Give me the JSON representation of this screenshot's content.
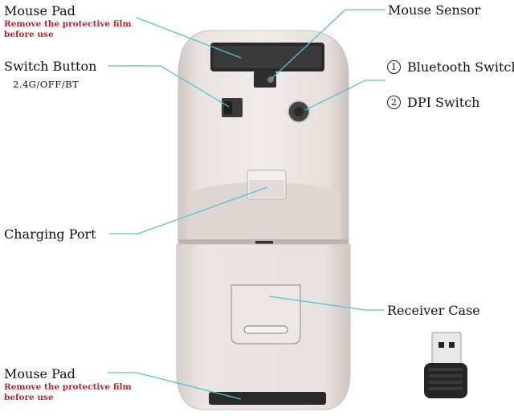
{
  "labels": {
    "mouse_pad_top": "Mouse Pad",
    "mouse_pad_top_note": [
      "Remove the protective film",
      "before use"
    ],
    "switch_button": "Switch Button",
    "switch_modes": "2.4G/OFF/BT",
    "charging_port": "Charging Port",
    "mouse_pad_bottom": "Mouse Pad",
    "mouse_pad_bottom_note": [
      "Remove the protective film",
      "before use"
    ],
    "mouse_sensor": "Mouse Sensor",
    "bluetooth_switch": {
      "number": "1",
      "text": "Bluetooth Switch"
    },
    "dpi_switch": {
      "number": "2",
      "text": "DPI Switch"
    },
    "receiver_case": "Receiver Case"
  },
  "colors": {
    "callout_line": "#4ec5d2",
    "note_red": "#b8292e",
    "mouse_body": "#e6dfdc"
  }
}
